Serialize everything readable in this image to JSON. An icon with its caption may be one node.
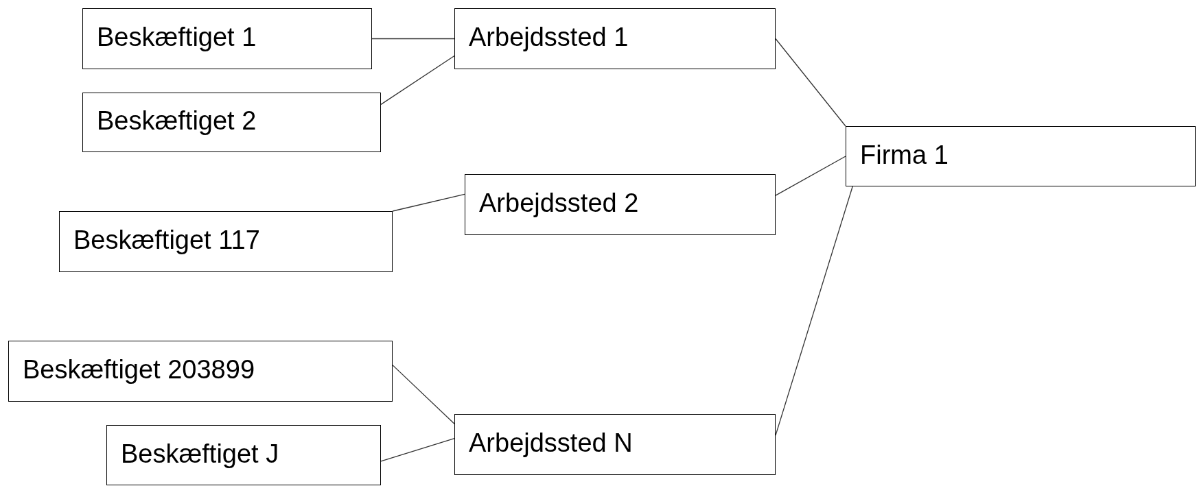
{
  "diagram": {
    "nodes": [
      {
        "text": [
          "Beskæftiget 1"
        ]
      },
      {
        "text": [
          "Arbejdssted 1"
        ]
      },
      {
        "text": [
          "Beskæftiget 2"
        ]
      },
      {
        "text": [
          "Firma 1"
        ]
      },
      {
        "text": [
          "Arbejdssted 2"
        ]
      },
      {
        "text": [
          "Beskæftiget 117"
        ]
      },
      {
        "text": [
          "Beskæftiget 203899"
        ]
      },
      {
        "text": [
          "Arbejdssted N"
        ]
      },
      {
        "text": [
          "Beskæftiget J"
        ]
      }
    ],
    "edges": [
      {
        "from": 0,
        "to": 1,
        "arrow": "none"
      },
      {
        "from": 2,
        "to": 1,
        "arrow": "none"
      },
      {
        "from": 5,
        "to": 4,
        "arrow": "none"
      },
      {
        "from": 6,
        "to": 7,
        "arrow": "none"
      },
      {
        "from": 8,
        "to": 7,
        "arrow": "none"
      },
      {
        "from": 1,
        "to": 3,
        "arrow": "none"
      },
      {
        "from": 4,
        "to": 3,
        "arrow": "none"
      },
      {
        "from": 7,
        "to": 3,
        "arrow": "none"
      }
    ]
  }
}
